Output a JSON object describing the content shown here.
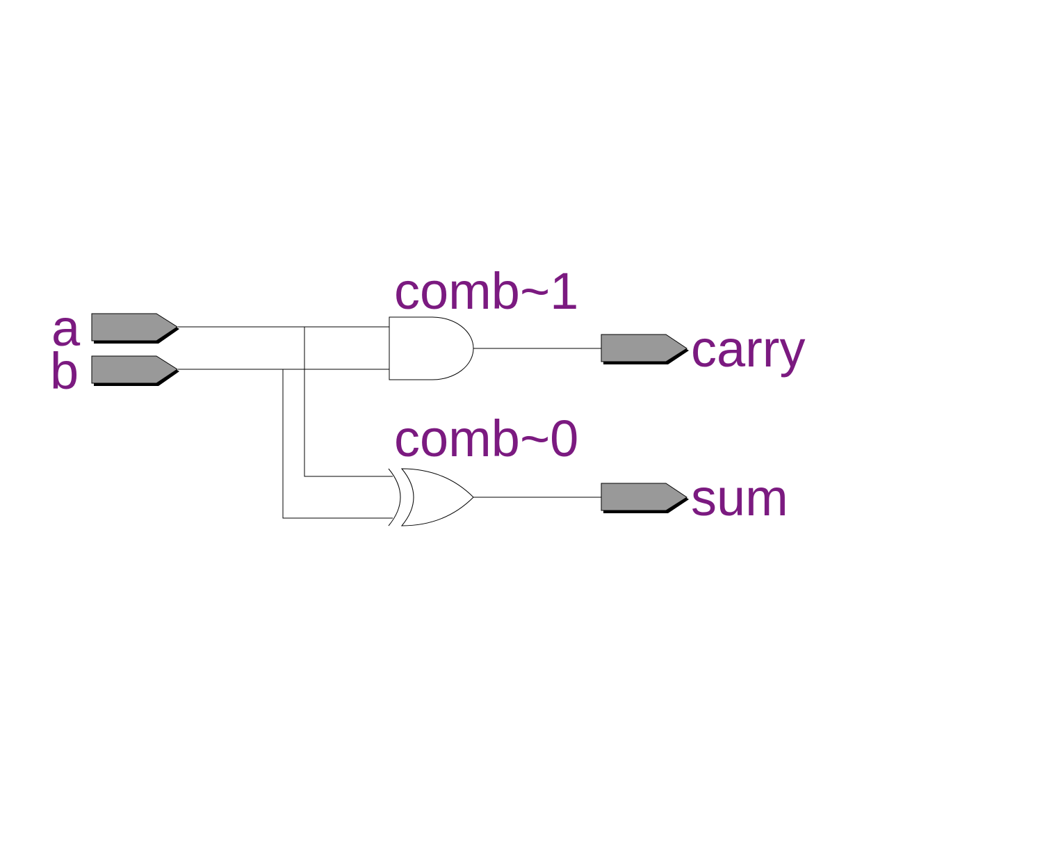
{
  "colors": {
    "label": "#7b1a80",
    "pin_fill": "#999999",
    "wire": "#000000",
    "background": "#ffffff"
  },
  "inputs": [
    {
      "id": "a",
      "label": "a"
    },
    {
      "id": "b",
      "label": "b"
    }
  ],
  "outputs": [
    {
      "id": "carry",
      "label": "carry"
    },
    {
      "id": "sum",
      "label": "sum"
    }
  ],
  "gates": [
    {
      "id": "comb1",
      "type": "AND",
      "label": "comb~1",
      "inputs": [
        "a",
        "b"
      ],
      "output": "carry"
    },
    {
      "id": "comb0",
      "type": "XOR",
      "label": "comb~0",
      "inputs": [
        "a",
        "b"
      ],
      "output": "sum"
    }
  ]
}
